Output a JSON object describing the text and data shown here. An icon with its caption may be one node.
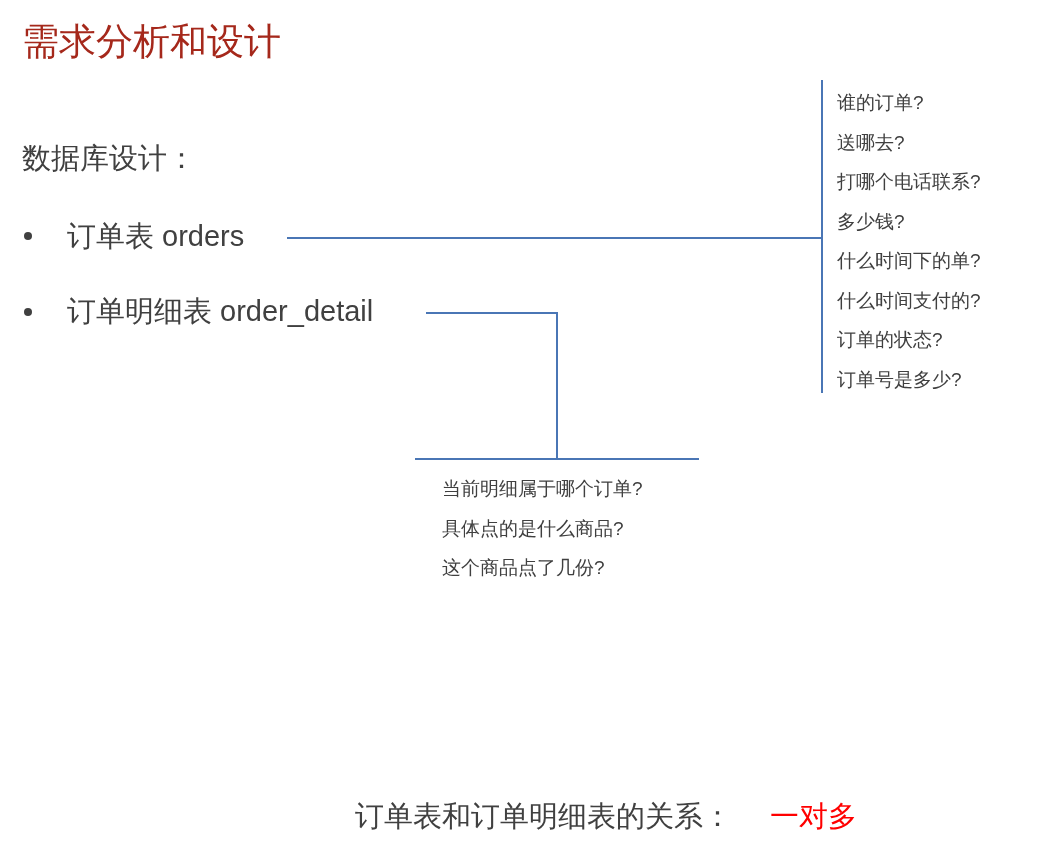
{
  "diagram": {
    "title": "需求分析和设计",
    "nodes": [
      {
        "text": [
          "订单表 orders"
        ]
      },
      {
        "text": [
          "订单明细表 order_detail"
        ]
      },
      {
        "text": [
          "谁的订单?",
          "送哪去?",
          "打哪个电话联系?",
          "多少钱?",
          "什么时间下的单?",
          "什么时间支付的?",
          "订单的状态?",
          "订单号是多少?"
        ]
      },
      {
        "text": [
          "当前明细属于哪个订单?",
          "具体点的是什么商品?",
          "这个商品点了几份?"
        ]
      }
    ],
    "edges": [
      {
        "from": 0,
        "to": 2,
        "arrow": "none"
      },
      {
        "from": 1,
        "to": 3,
        "arrow": "none"
      }
    ],
    "labels": [
      "数据库设计：",
      "订单表和订单明细表的关系：",
      "一对多"
    ]
  }
}
